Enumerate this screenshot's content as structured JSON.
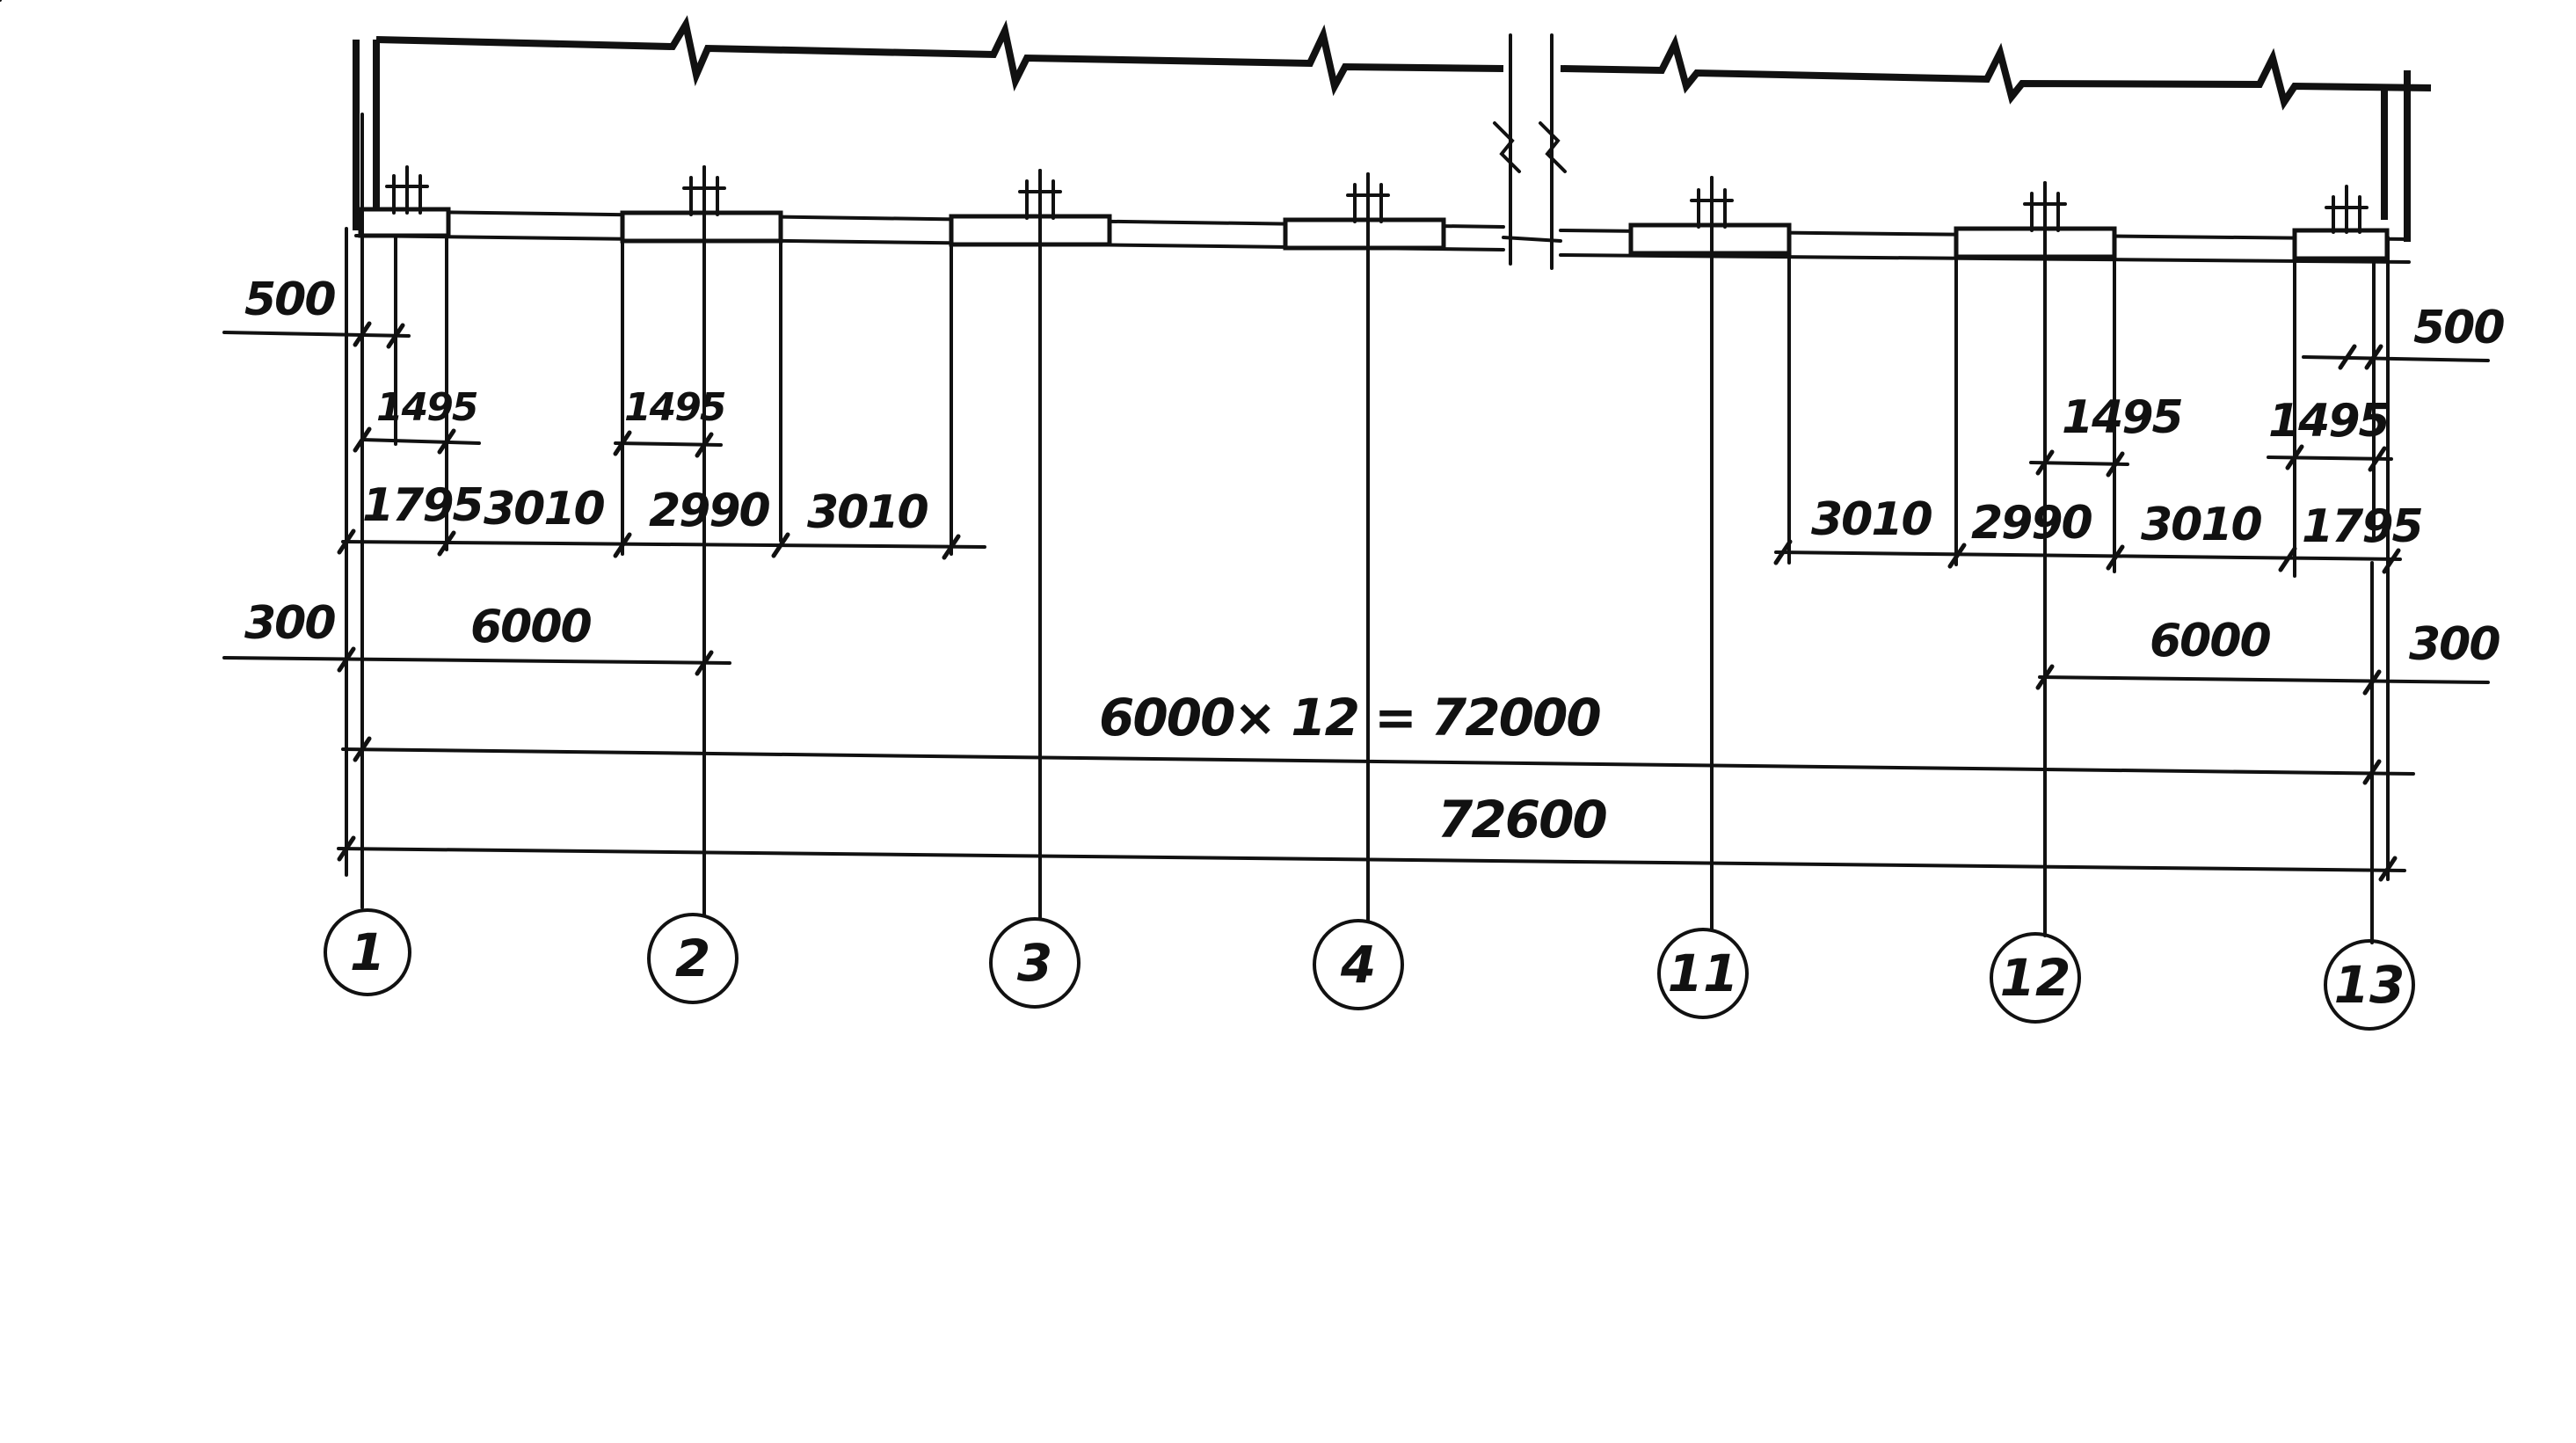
{
  "axes": [
    "1",
    "2",
    "3",
    "4",
    "11",
    "12",
    "13"
  ],
  "dims": {
    "left_offset_500": "500",
    "left_1495_a": "1495",
    "left_1495_b": "1495",
    "left_1795": "1795",
    "left_3010_a": "3010",
    "left_2990": "2990",
    "left_3010_b": "3010",
    "left_offset_300": "300",
    "left_6000": "6000",
    "total_span": "6000× 12 = 72000",
    "overall": "72600",
    "right_offset_500": "500",
    "right_1495_a": "1495",
    "right_1495_b": "1495",
    "right_3010_a": "3010",
    "right_2990": "2990",
    "right_3010_b": "3010",
    "right_1795": "1795",
    "right_6000": "6000",
    "right_offset_300": "300"
  },
  "colors": {
    "ink": "#111111",
    "paper": "#ffffff"
  }
}
